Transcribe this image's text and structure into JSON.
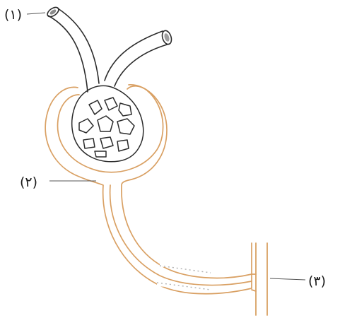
{
  "diagram": {
    "labels": [
      {
        "id": "label-1",
        "text": "(۱)"
      },
      {
        "id": "label-2",
        "text": "(۲)"
      },
      {
        "id": "label-3",
        "text": "(۳)"
      }
    ]
  },
  "colors": {
    "background": "#ffffff",
    "ink": "#2b2b2b",
    "tubule": "#d9a063",
    "leader": "#555555"
  }
}
